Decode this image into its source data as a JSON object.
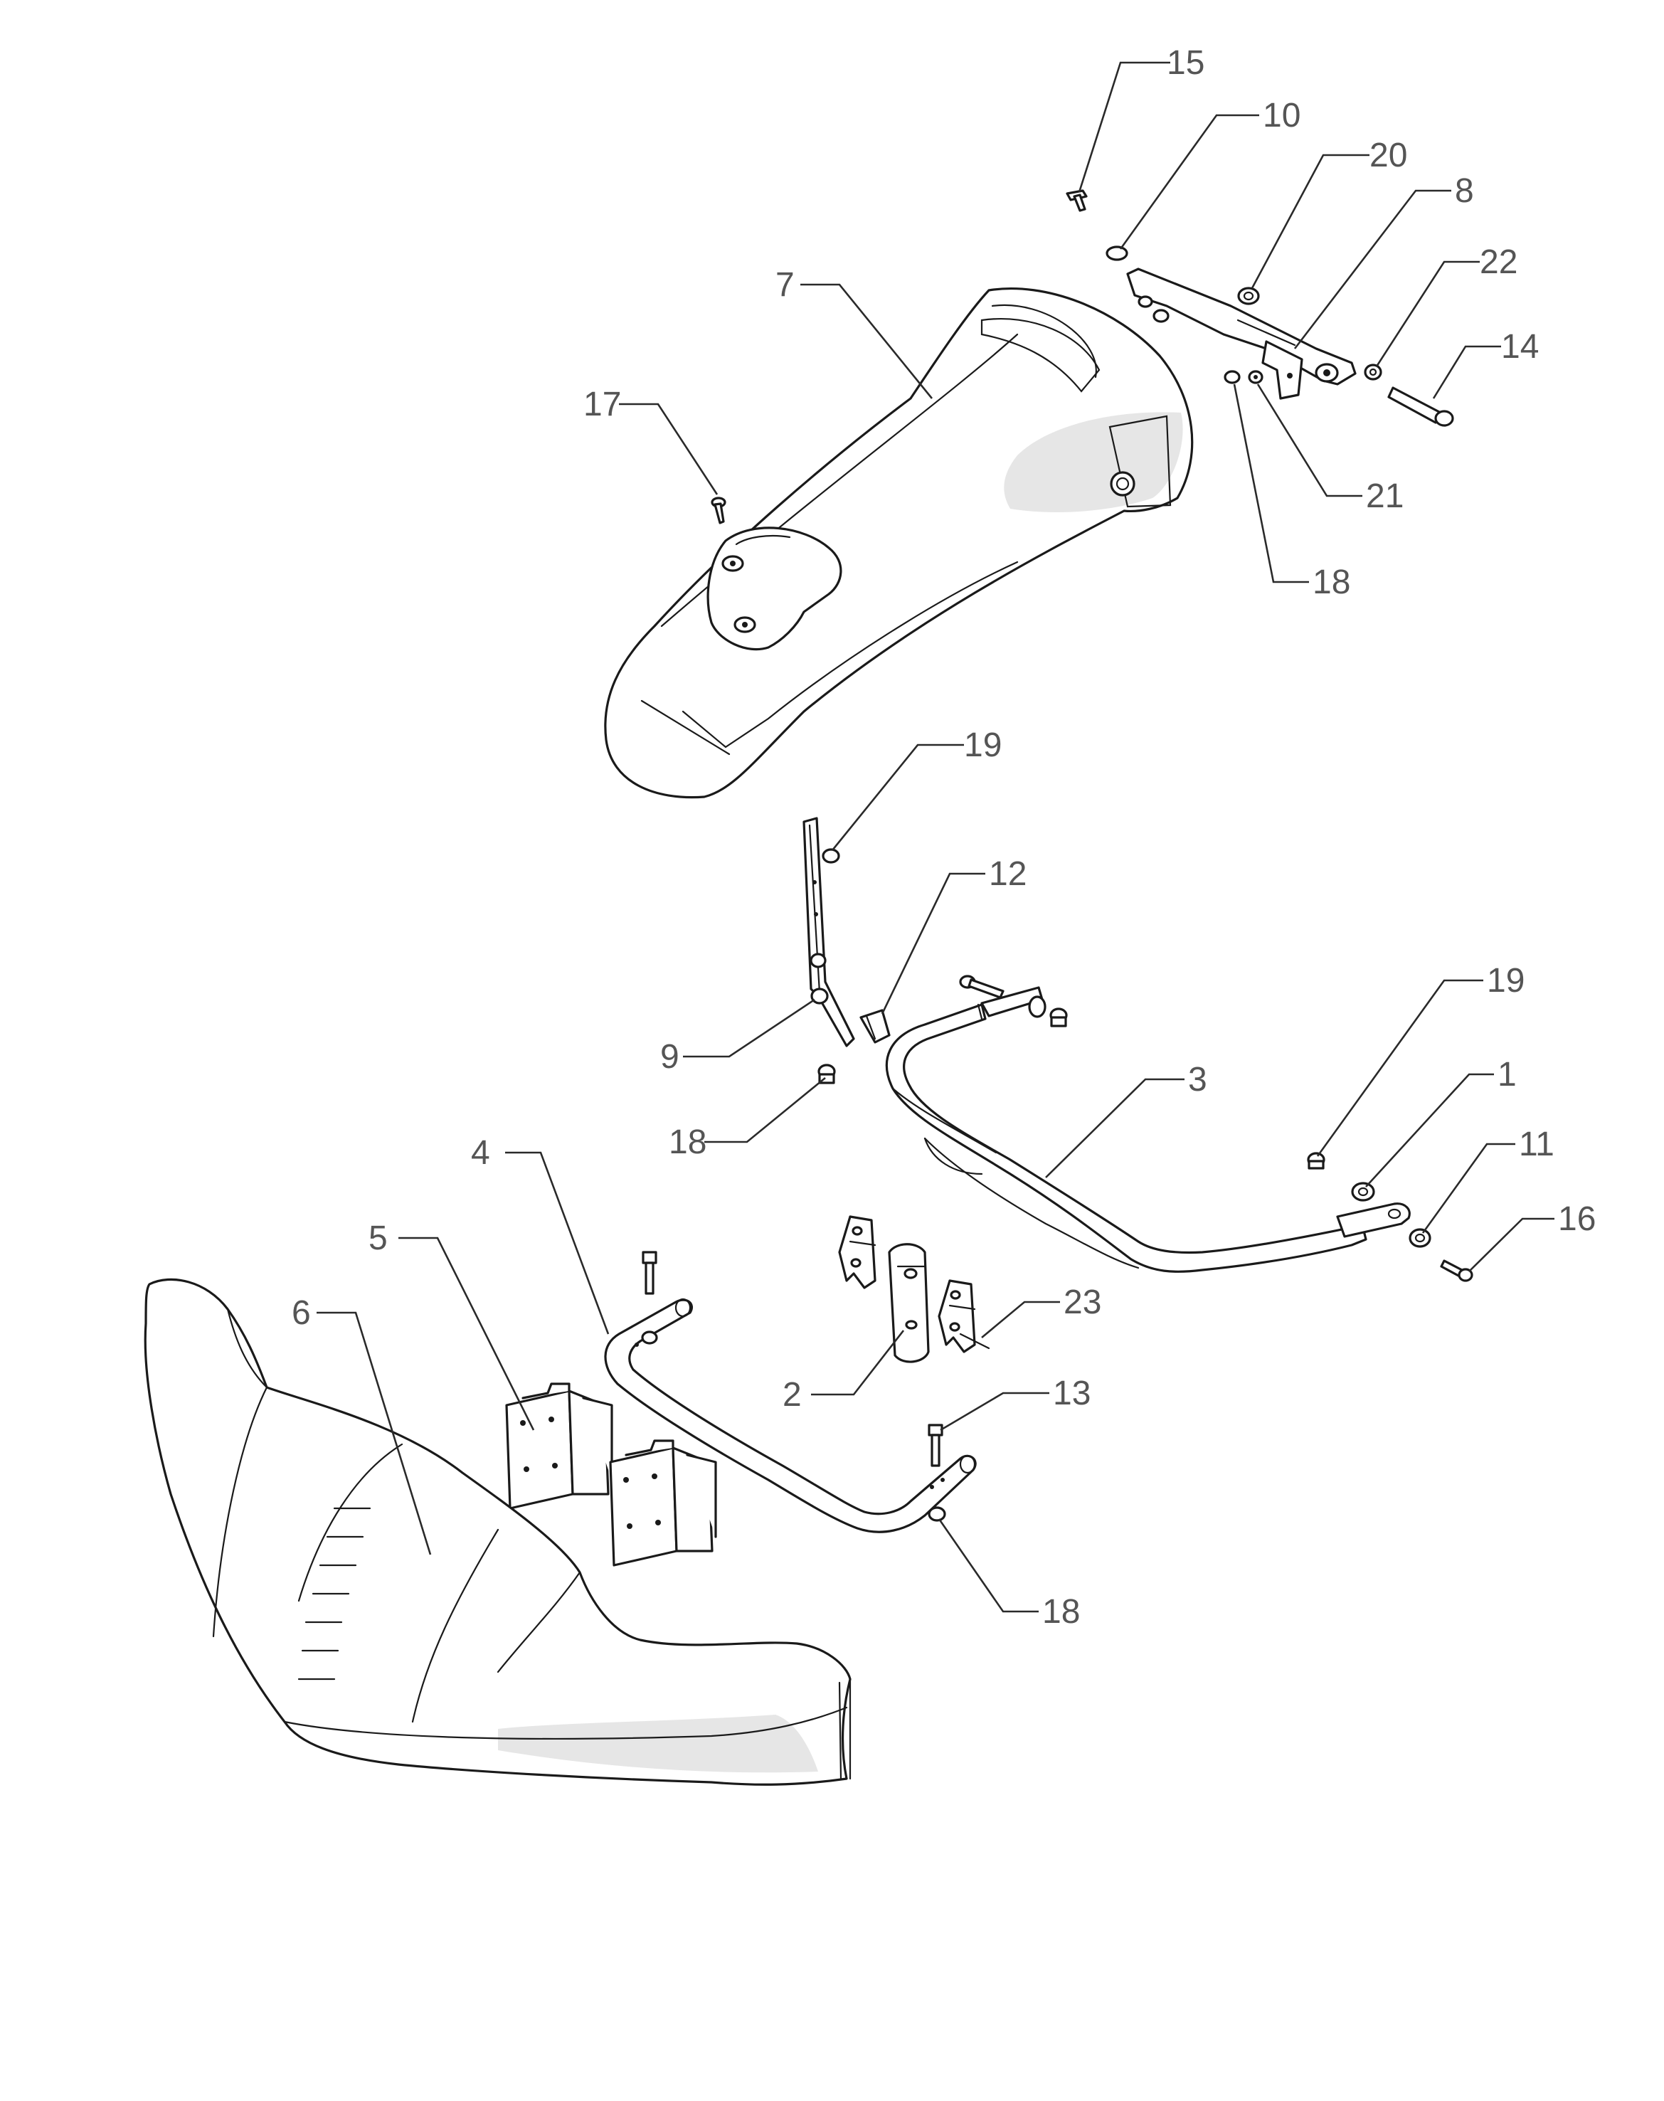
{
  "diagram": {
    "callouts": [
      {
        "id": "c15",
        "text": "15"
      },
      {
        "id": "c10",
        "text": "10"
      },
      {
        "id": "c20",
        "text": "20"
      },
      {
        "id": "c8",
        "text": "8"
      },
      {
        "id": "c22",
        "text": "22"
      },
      {
        "id": "c14",
        "text": "14"
      },
      {
        "id": "c7",
        "text": "7"
      },
      {
        "id": "c17",
        "text": "17"
      },
      {
        "id": "c21",
        "text": "21"
      },
      {
        "id": "c18a",
        "text": "18"
      },
      {
        "id": "c19a",
        "text": "19"
      },
      {
        "id": "c12",
        "text": "12"
      },
      {
        "id": "c9",
        "text": "9"
      },
      {
        "id": "c18b",
        "text": "18"
      },
      {
        "id": "c19b",
        "text": "19"
      },
      {
        "id": "c3",
        "text": "3"
      },
      {
        "id": "c1",
        "text": "1"
      },
      {
        "id": "c11",
        "text": "11"
      },
      {
        "id": "c16",
        "text": "16"
      },
      {
        "id": "c4",
        "text": "4"
      },
      {
        "id": "c5",
        "text": "5"
      },
      {
        "id": "c6",
        "text": "6"
      },
      {
        "id": "c23",
        "text": "23"
      },
      {
        "id": "c2",
        "text": "2"
      },
      {
        "id": "c13",
        "text": "13"
      },
      {
        "id": "c18c",
        "text": "18"
      }
    ]
  }
}
